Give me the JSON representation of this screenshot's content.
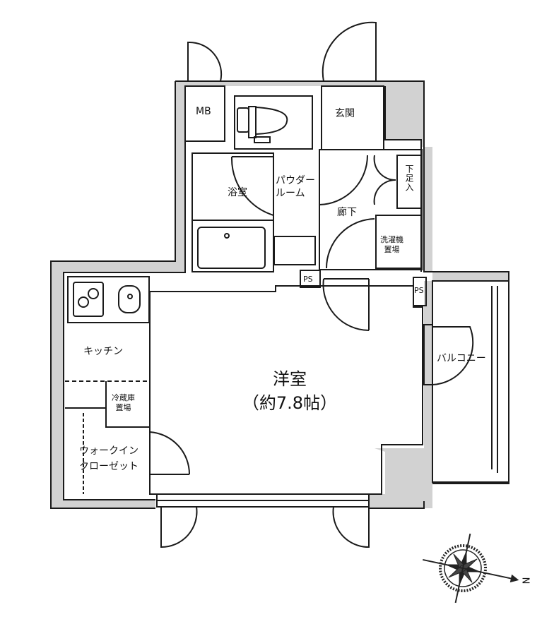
{
  "floor_plan": {
    "main_room": {
      "name": "洋室",
      "size": "（約7.8帖）"
    },
    "rooms": {
      "meter_box": "MB",
      "entrance": "玄関",
      "bathroom": "浴室",
      "powder_room_line1": "パウダー",
      "powder_room_line2": "ルーム",
      "hallway": "廊下",
      "shoe_box": "下足入",
      "washer_line1": "洗濯機",
      "washer_line2": "置場",
      "pipe_space_1": "PS",
      "pipe_space_2": "PS",
      "kitchen": "キッチン",
      "fridge_line1": "冷蔵庫",
      "fridge_line2": "置場",
      "walkin_line1": "ウォークイン",
      "walkin_line2": "クローゼット",
      "balcony": "バルコニー"
    },
    "compass": {
      "north_label": "N",
      "direction": "right"
    },
    "colors": {
      "wall": "#1a1a1a",
      "shade": "#cfcfcf",
      "background": "#ffffff"
    }
  }
}
